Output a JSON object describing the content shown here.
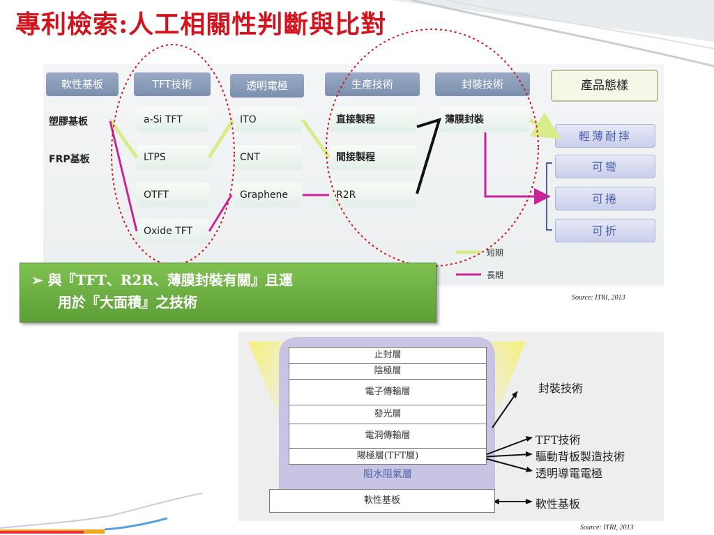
{
  "title": "專利檢索:人工相關性判斷與比對",
  "top_diagram": {
    "headers": [
      "軟性基板",
      "TFT技術",
      "透明電極",
      "生產技術",
      "封裝技術"
    ],
    "product_header": "產品態樣",
    "substrates": [
      "塑膠基板",
      "FRP基板"
    ],
    "tft": [
      "a-Si TFT",
      "LTPS",
      "OTFT",
      "Oxide TFT"
    ],
    "electrodes": [
      "ITO",
      "CNT",
      "Graphene"
    ],
    "production": [
      "直接製程",
      "間接製程",
      "R2R"
    ],
    "packaging": [
      "薄膜封裝"
    ],
    "products": [
      "輕薄耐摔",
      "可彎",
      "可捲",
      "可折"
    ],
    "legend": [
      {
        "label": "短期",
        "color": "#d8ec8a"
      },
      {
        "label": "長期",
        "color": "#c8249a"
      }
    ]
  },
  "callout": {
    "line1": "與『TFT、R2R、薄膜封裝有關』且運",
    "line2": "用於『大面積』之技術",
    "bullet": "➢"
  },
  "source_top": "Source: ITRI, 2013",
  "bottom_diagram": {
    "layers": [
      "止封層",
      "陰極層",
      "電子傳輸層",
      "發光層",
      "電洞傳輸層",
      "陽極層(TFT層)"
    ],
    "barrier": "阻水阻氣層",
    "substrate": "軟性基板",
    "labels": [
      "封裝技術",
      "TFT技術",
      "驅動背板製造技術",
      "透明導電電極",
      "軟性基板"
    ]
  },
  "source_bottom": "Source: ITRI, 2013"
}
